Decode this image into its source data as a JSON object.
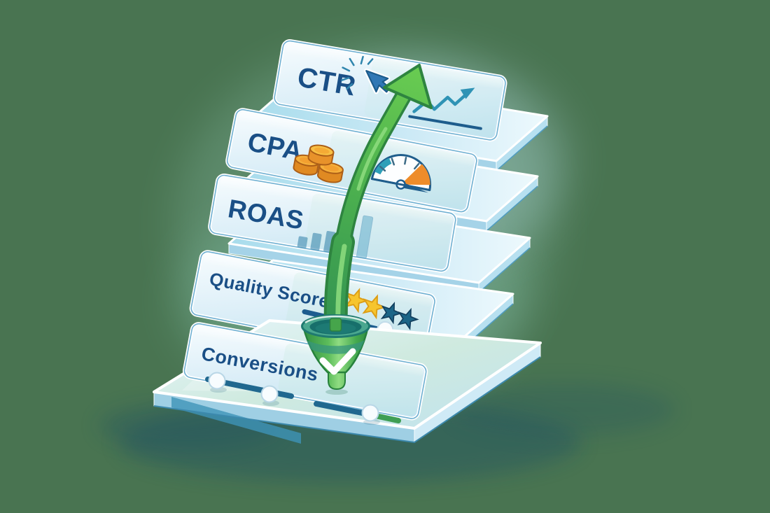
{
  "scene": {
    "type": "illustration",
    "description": "Five stacked translucent glass panels labeled with advertising metrics, a green upward growth arrow rising through them into the sky, and a green funnel with a checkmark feeding the Conversions layer on a glass base with sliders",
    "background_color": "#497451"
  },
  "layers": [
    {
      "label": "CTR",
      "icons": [
        "cursor-click-icon",
        "trend-line-chart-icon"
      ]
    },
    {
      "label": "CPA",
      "icons": [
        "coins-icon",
        "gauge-icon"
      ]
    },
    {
      "label": "ROAS",
      "icons": [
        "bar-chart-icon"
      ]
    },
    {
      "label": "Quality Score",
      "icons": [
        "star-rating-icon",
        "slider-icon"
      ],
      "rating": {
        "filled": 3,
        "total": 5
      },
      "slider_position_pct": 72
    },
    {
      "label": "Conversions",
      "icons": [
        "funnel-icon",
        "checkmark-icon"
      ]
    }
  ],
  "growth_arrow": {
    "direction": "up",
    "color_dark": "#2e8440",
    "color_light": "#68cb51"
  },
  "roas_bars": {
    "type": "bar",
    "values_relative": [
      16,
      24,
      30,
      52,
      60
    ]
  },
  "base_panel": {
    "sliders": [
      {
        "type": "range",
        "track_color": "#20688f",
        "handle_positions_pct": [
          10,
          72
        ]
      },
      {
        "type": "single",
        "track_color": "#20688f",
        "active_color": "#3f9e54",
        "handle_position_pct": 62
      }
    ]
  },
  "palette": {
    "background": "#497451",
    "glass_light": "#f6fcfe",
    "glass_mid": "#cfe9f5",
    "glass_border": "#6fb0d2",
    "label_text": "#1a4f86",
    "arrow_green": "#46ab4e",
    "coin_orange": "#e8922a",
    "gold_star": "#f6c52e",
    "teal_star": "#1b6587",
    "gauge_teal": "#2f9fb8",
    "gauge_orange": "#ee8c2a",
    "funnel_teal": "#2e8f7c",
    "funnel_green": "#46aa4f"
  }
}
